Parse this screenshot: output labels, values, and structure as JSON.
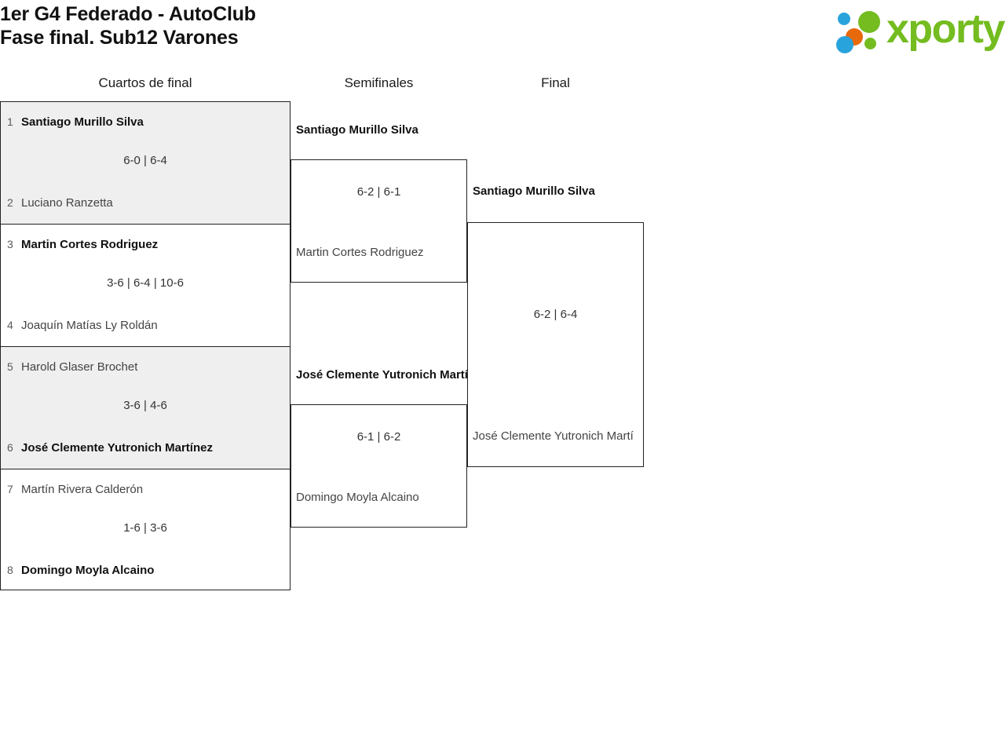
{
  "header": {
    "title_line_1": "1er G4 Federado - AutoClub",
    "title_line_2": "Fase final. Sub12 Varones",
    "logo": {
      "text": "xporty",
      "colors": {
        "green": "#74BC1F",
        "blue": "#29A3DC",
        "orange": "#E8690B"
      }
    }
  },
  "rounds": [
    {
      "label": "Cuartos de final"
    },
    {
      "label": "Semifinales"
    },
    {
      "label": "Final"
    }
  ],
  "round1": {
    "matches": [
      {
        "top": {
          "seed": "1",
          "name": "Santiago Murillo Silva",
          "winner": true
        },
        "bottom": {
          "seed": "2",
          "name": "Luciano Ranzetta",
          "winner": false
        },
        "score": "6-0 | 6-4"
      },
      {
        "top": {
          "seed": "3",
          "name": "Martin Cortes Rodriguez",
          "winner": true
        },
        "bottom": {
          "seed": "4",
          "name": "Joaquín Matías Ly Roldán",
          "winner": false
        },
        "score": "3-6 | 6-4 | 10-6"
      },
      {
        "top": {
          "seed": "5",
          "name": "Harold Glaser Brochet",
          "winner": false
        },
        "bottom": {
          "seed": "6",
          "name": "José Clemente Yutronich Martínez",
          "winner": true
        },
        "score": "3-6 | 4-6"
      },
      {
        "top": {
          "seed": "7",
          "name": "Martín Rivera Calderón",
          "winner": false
        },
        "bottom": {
          "seed": "8",
          "name": "Domingo Moyla Alcaino",
          "winner": true
        },
        "score": "1-6 | 3-6"
      }
    ]
  },
  "round2": {
    "matches": [
      {
        "top": {
          "name": "Santiago Murillo Silva",
          "winner": true
        },
        "bottom": {
          "name": "Martin Cortes Rodriguez",
          "winner": false
        },
        "score": "6-2 | 6-1"
      },
      {
        "top": {
          "name": "José Clemente Yutronich Martí",
          "winner": true
        },
        "bottom": {
          "name": "Domingo Moyla Alcaino",
          "winner": false
        },
        "score": "6-1 | 6-2"
      }
    ]
  },
  "round3": {
    "matches": [
      {
        "top": {
          "name": "Santiago Murillo Silva",
          "winner": true
        },
        "bottom": {
          "name": "José Clemente Yutronich Martí",
          "winner": false
        },
        "score": "6-2 | 6-4"
      }
    ]
  }
}
